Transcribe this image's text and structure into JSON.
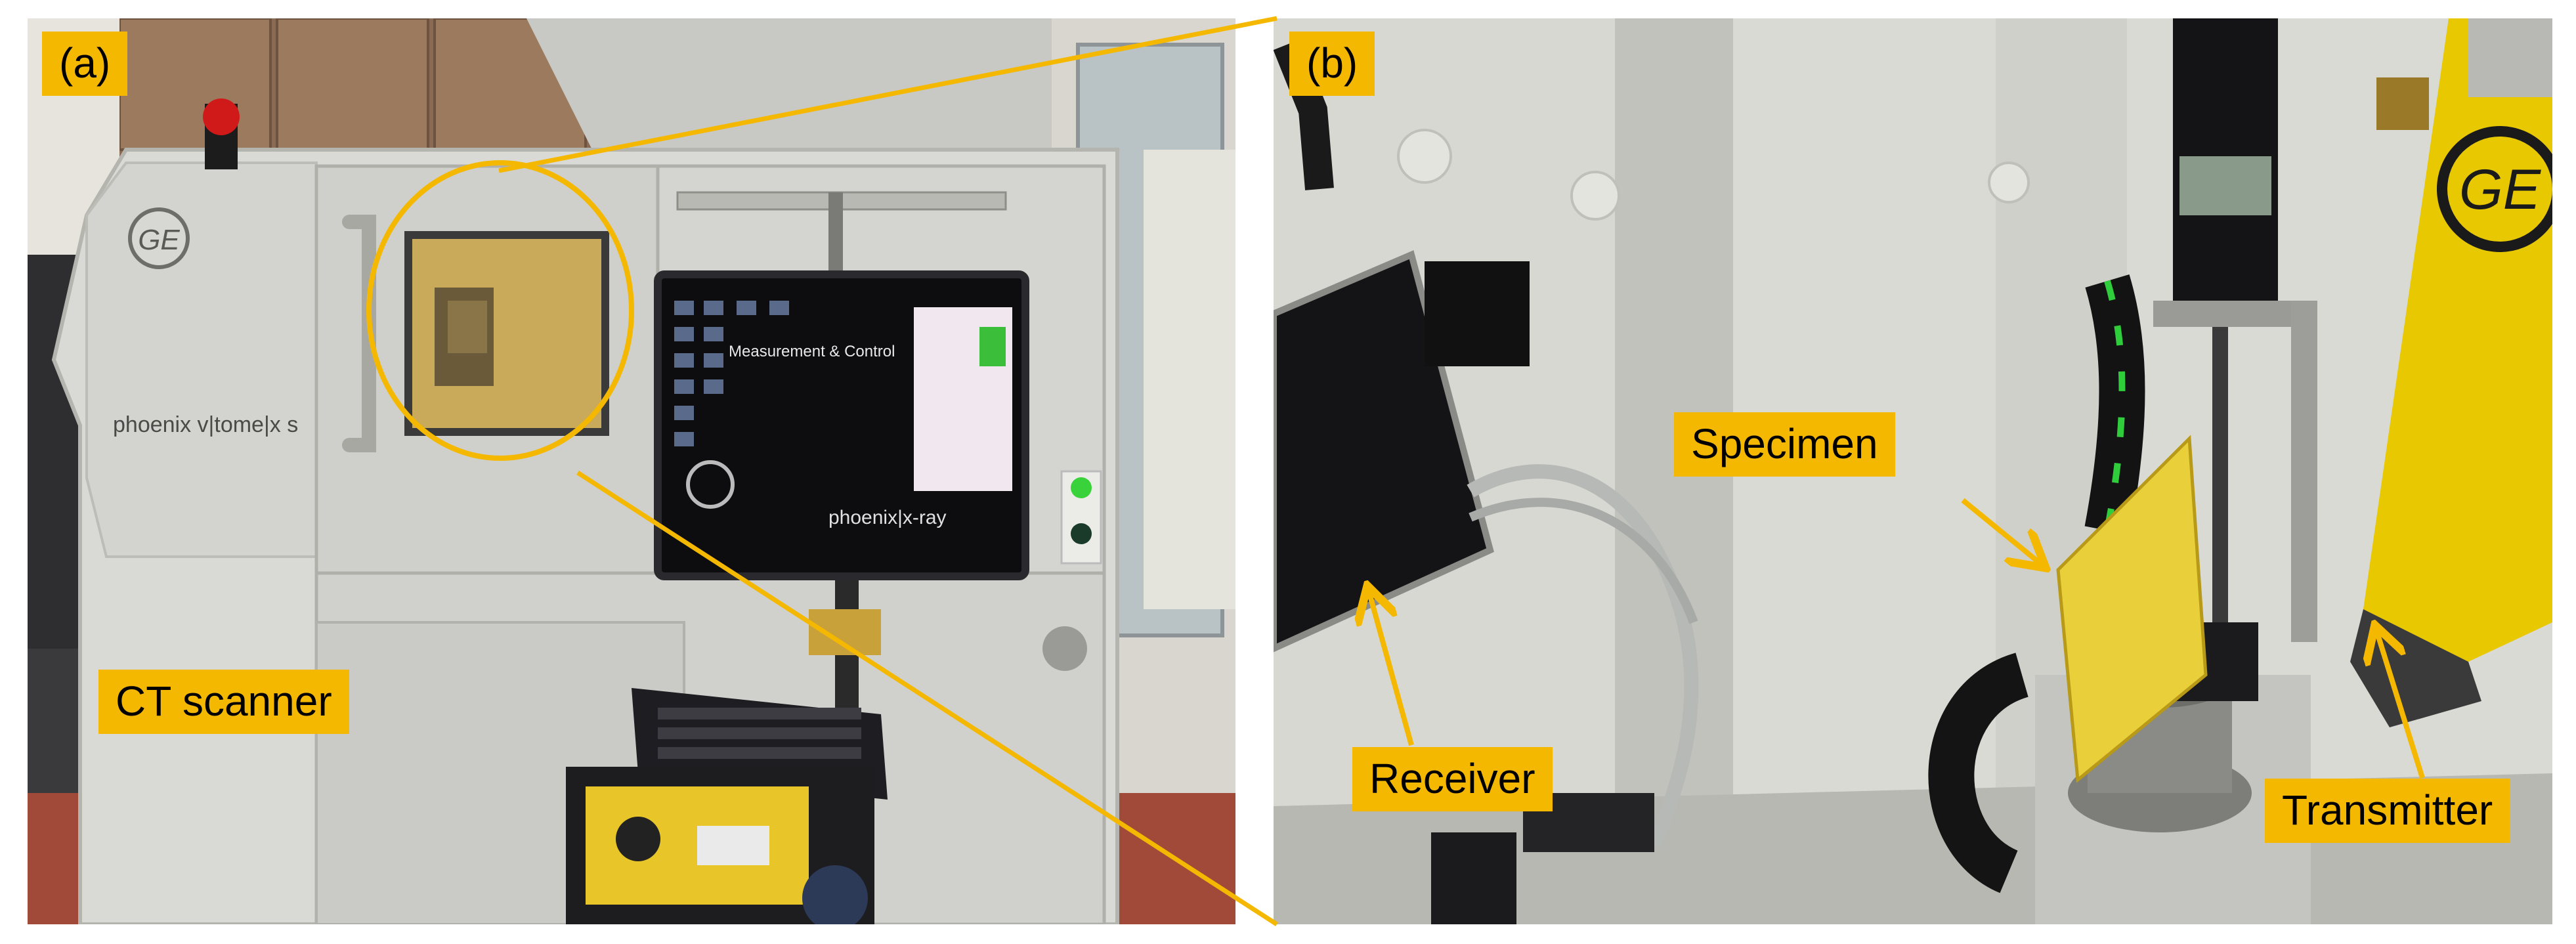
{
  "figure": {
    "panel_a": {
      "label": "(a)",
      "annotation": "CT scanner",
      "machine_brand": "phoenix v|tome|x s",
      "screen_title": "Measurement & Control",
      "screen_brand": "phoenix|x-ray"
    },
    "panel_b": {
      "label": "(b)",
      "annotations": {
        "specimen": "Specimen",
        "receiver": "Receiver",
        "transmitter": "Transmitter"
      }
    }
  },
  "colors": {
    "label_fill": "#f5b800",
    "callout_line": "#f5b800",
    "arrow": "#f5b800",
    "ge_yellow": "#e8c400"
  },
  "icons": [
    "ge-logo-icon",
    "warning-light-icon",
    "arrow-icon"
  ]
}
